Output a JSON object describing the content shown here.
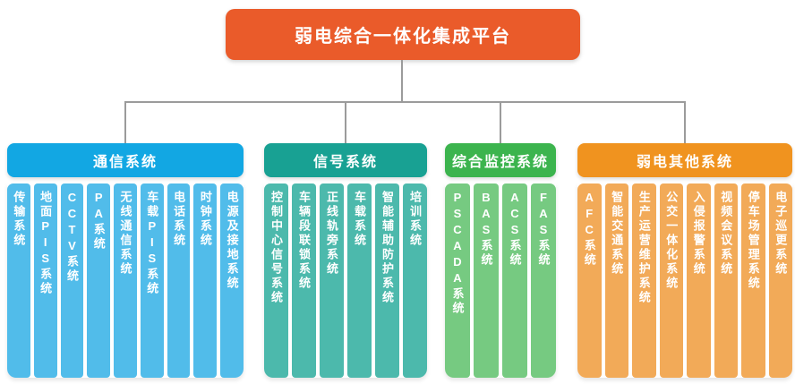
{
  "root": {
    "title": "弱电综合一体化集成平台"
  },
  "colors": {
    "root_bg": "#EA5B2A",
    "connector": "#9B9B9B",
    "background": "#FFFFFF",
    "text": "#FFFFFF"
  },
  "sections": [
    {
      "title": "通信系统",
      "header_color": "#12A7E3",
      "item_color": "#51BCEA",
      "items": [
        "传输系统",
        "地面PIS系统",
        "CCTV系统",
        "PA系统",
        "无线通信系统",
        "车载PIS系统",
        "电话系统",
        "时钟系统",
        "电源及接地系统"
      ]
    },
    {
      "title": "信号系统",
      "header_color": "#18A193",
      "item_color": "#4CB9AC",
      "items": [
        "控制中心信号系统",
        "车辆段联锁系统",
        "正线轨旁系统",
        "车载系统",
        "智能辅助防护系统",
        "培训系统"
      ]
    },
    {
      "title": "综合监控系统",
      "header_color": "#3CB44E",
      "item_color": "#76CA81",
      "items": [
        "PSCADA系统",
        "BAS系统",
        "ACS系统",
        "FAS系统"
      ]
    },
    {
      "title": "弱电其他系统",
      "header_color": "#F0931F",
      "item_color": "#F2AA58",
      "items": [
        "AFC系统",
        "智能交通系统",
        "生产运营维护系统",
        "公交一体化系统",
        "入侵报警系统",
        "视频会议系统",
        "停车场管理系统",
        "电子巡更系统"
      ]
    }
  ]
}
